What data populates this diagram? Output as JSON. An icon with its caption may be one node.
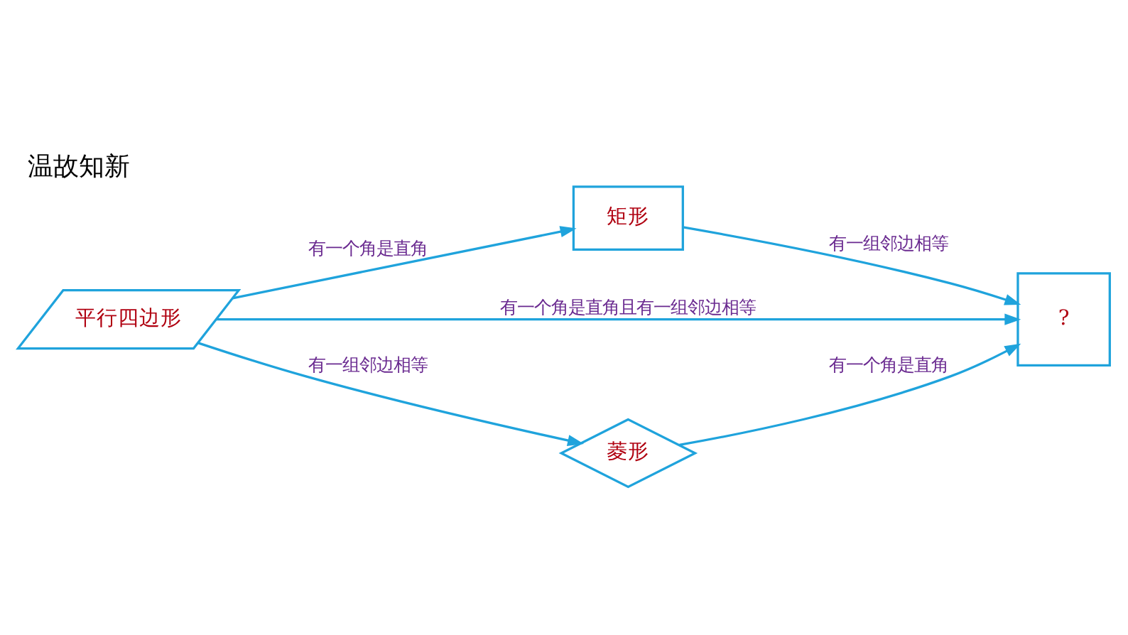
{
  "diagram": {
    "title": "温故知新",
    "nodes": [
      {
        "text": [
          "矩形"
        ]
      },
      {
        "text": [
          "平行四边形"
        ]
      },
      {
        "text": [
          "?"
        ]
      },
      {
        "text": [
          "菱形"
        ]
      }
    ],
    "edges": [
      {
        "from": 1,
        "to": 0,
        "arrow": "to",
        "label": "有一个角是直角"
      },
      {
        "from": 0,
        "to": 2,
        "arrow": "to",
        "label": "有一组邻边相等"
      },
      {
        "from": 1,
        "to": 2,
        "arrow": "to",
        "label": "有一个角是直角且有一组邻边相等"
      },
      {
        "from": 1,
        "to": 3,
        "arrow": "to",
        "label": "有一组邻边相等"
      },
      {
        "from": 3,
        "to": 2,
        "arrow": "to",
        "label": "有一个角是直角"
      }
    ]
  }
}
